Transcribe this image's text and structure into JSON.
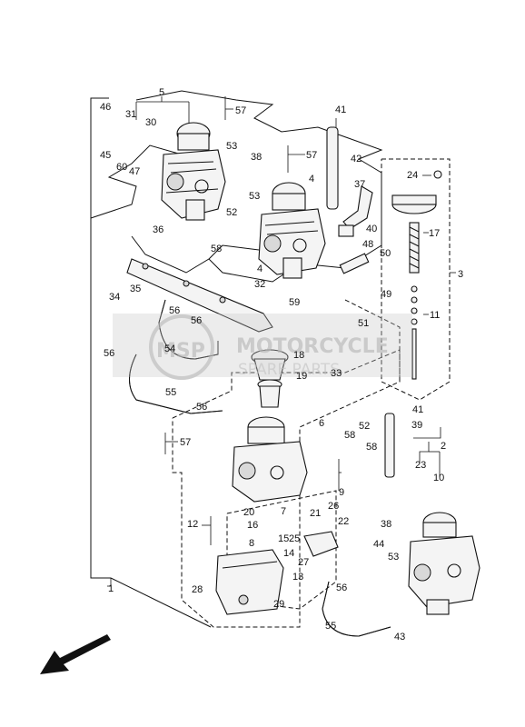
{
  "diagram": {
    "callouts": [
      {
        "id": "c1",
        "text": "1"
      },
      {
        "id": "c2",
        "text": "2"
      },
      {
        "id": "c3",
        "text": "3"
      },
      {
        "id": "c4a",
        "text": "4"
      },
      {
        "id": "c4b",
        "text": "4"
      },
      {
        "id": "c5",
        "text": "5"
      },
      {
        "id": "c6",
        "text": "6"
      },
      {
        "id": "c7",
        "text": "7"
      },
      {
        "id": "c8",
        "text": "8"
      },
      {
        "id": "c9",
        "text": "9"
      },
      {
        "id": "c10",
        "text": "10"
      },
      {
        "id": "c11",
        "text": "11"
      },
      {
        "id": "c12",
        "text": "12"
      },
      {
        "id": "c13",
        "text": "13"
      },
      {
        "id": "c14",
        "text": "14"
      },
      {
        "id": "c15",
        "text": "15"
      },
      {
        "id": "c16",
        "text": "16"
      },
      {
        "id": "c17",
        "text": "17"
      },
      {
        "id": "c18",
        "text": "18"
      },
      {
        "id": "c19",
        "text": "19"
      },
      {
        "id": "c20",
        "text": "20"
      },
      {
        "id": "c21",
        "text": "21"
      },
      {
        "id": "c22",
        "text": "22"
      },
      {
        "id": "c23",
        "text": "23"
      },
      {
        "id": "c24",
        "text": "24"
      },
      {
        "id": "c25",
        "text": "25"
      },
      {
        "id": "c26",
        "text": "26"
      },
      {
        "id": "c27",
        "text": "27"
      },
      {
        "id": "c28",
        "text": "28"
      },
      {
        "id": "c29",
        "text": "29"
      },
      {
        "id": "c30",
        "text": "30"
      },
      {
        "id": "c31",
        "text": "31"
      },
      {
        "id": "c32",
        "text": "32"
      },
      {
        "id": "c33",
        "text": "33"
      },
      {
        "id": "c34",
        "text": "34"
      },
      {
        "id": "c35",
        "text": "35"
      },
      {
        "id": "c36",
        "text": "36"
      },
      {
        "id": "c37",
        "text": "37"
      },
      {
        "id": "c38a",
        "text": "38"
      },
      {
        "id": "c38b",
        "text": "38"
      },
      {
        "id": "c39",
        "text": "39"
      },
      {
        "id": "c40",
        "text": "40"
      },
      {
        "id": "c41a",
        "text": "41"
      },
      {
        "id": "c41b",
        "text": "41"
      },
      {
        "id": "c42",
        "text": "42"
      },
      {
        "id": "c43",
        "text": "43"
      },
      {
        "id": "c44",
        "text": "44"
      },
      {
        "id": "c45",
        "text": "45"
      },
      {
        "id": "c46",
        "text": "46"
      },
      {
        "id": "c47",
        "text": "47"
      },
      {
        "id": "c48",
        "text": "48"
      },
      {
        "id": "c49",
        "text": "49"
      },
      {
        "id": "c50",
        "text": "50"
      },
      {
        "id": "c51",
        "text": "51"
      },
      {
        "id": "c52a",
        "text": "52"
      },
      {
        "id": "c52b",
        "text": "52"
      },
      {
        "id": "c53a",
        "text": "53"
      },
      {
        "id": "c53b",
        "text": "53"
      },
      {
        "id": "c53c",
        "text": "53"
      },
      {
        "id": "c54",
        "text": "54"
      },
      {
        "id": "c55a",
        "text": "55"
      },
      {
        "id": "c55b",
        "text": "55"
      },
      {
        "id": "c56a",
        "text": "56"
      },
      {
        "id": "c56b",
        "text": "56"
      },
      {
        "id": "c56c",
        "text": "56"
      },
      {
        "id": "c56d",
        "text": "56"
      },
      {
        "id": "c56e",
        "text": "56"
      },
      {
        "id": "c57a",
        "text": "57"
      },
      {
        "id": "c57b",
        "text": "57"
      },
      {
        "id": "c57c",
        "text": "57"
      },
      {
        "id": "c58a",
        "text": "58"
      },
      {
        "id": "c58b",
        "text": "58"
      },
      {
        "id": "c58c",
        "text": "58"
      },
      {
        "id": "c59",
        "text": "59"
      },
      {
        "id": "c60",
        "text": "60"
      }
    ],
    "watermark": {
      "line1": "MOTORCYCLE",
      "line2": "SPARE PARTS",
      "logo": "MSP"
    }
  }
}
